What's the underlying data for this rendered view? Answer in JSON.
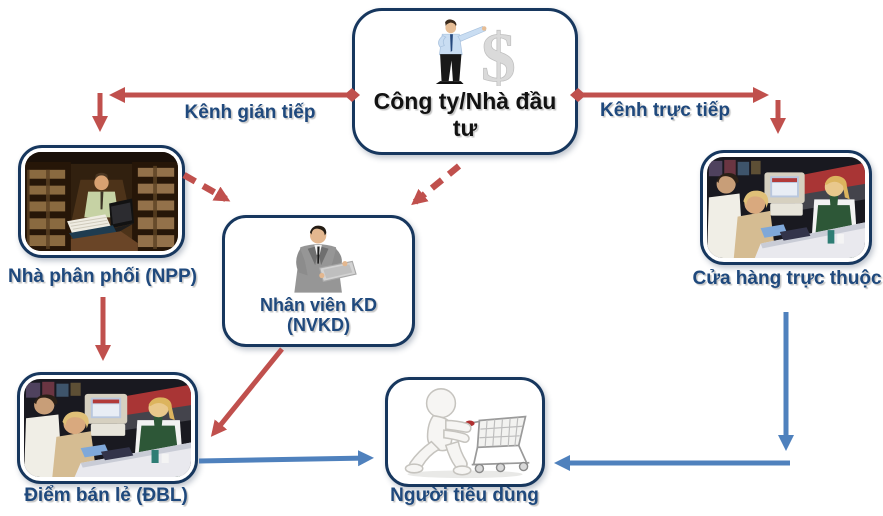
{
  "nodes": {
    "company": {
      "label": "Công ty/Nhà đầu tư"
    },
    "distributor": {
      "label": "Nhà phân phối (NPP)"
    },
    "sales_staff": {
      "label": "Nhân viên KD (NVKD)"
    },
    "direct_store": {
      "label": "Cửa hàng trực thuộc"
    },
    "retail_point": {
      "label": "Điểm bán lẻ (ĐBL)"
    },
    "consumer": {
      "label": "Người tiêu dùng"
    }
  },
  "channels": {
    "indirect": "Kênh gián tiếp",
    "direct": "Kênh trực tiếp"
  },
  "colors": {
    "arrow_red": "#C0504D",
    "arrow_blue": "#4F81BD",
    "node_border": "#17375E",
    "label_text": "#1F497D",
    "company_label_text": "#121212"
  },
  "illustrations": {
    "company": "businessman-with-dollar-sign",
    "distributor": "warehouse-man-laptop-photo",
    "sales_staff": "salesman-with-tablet-photo",
    "direct_store": "store-checkout-photo",
    "retail_point": "store-checkout-photo",
    "consumer": "figure-pushing-shopping-cart"
  }
}
